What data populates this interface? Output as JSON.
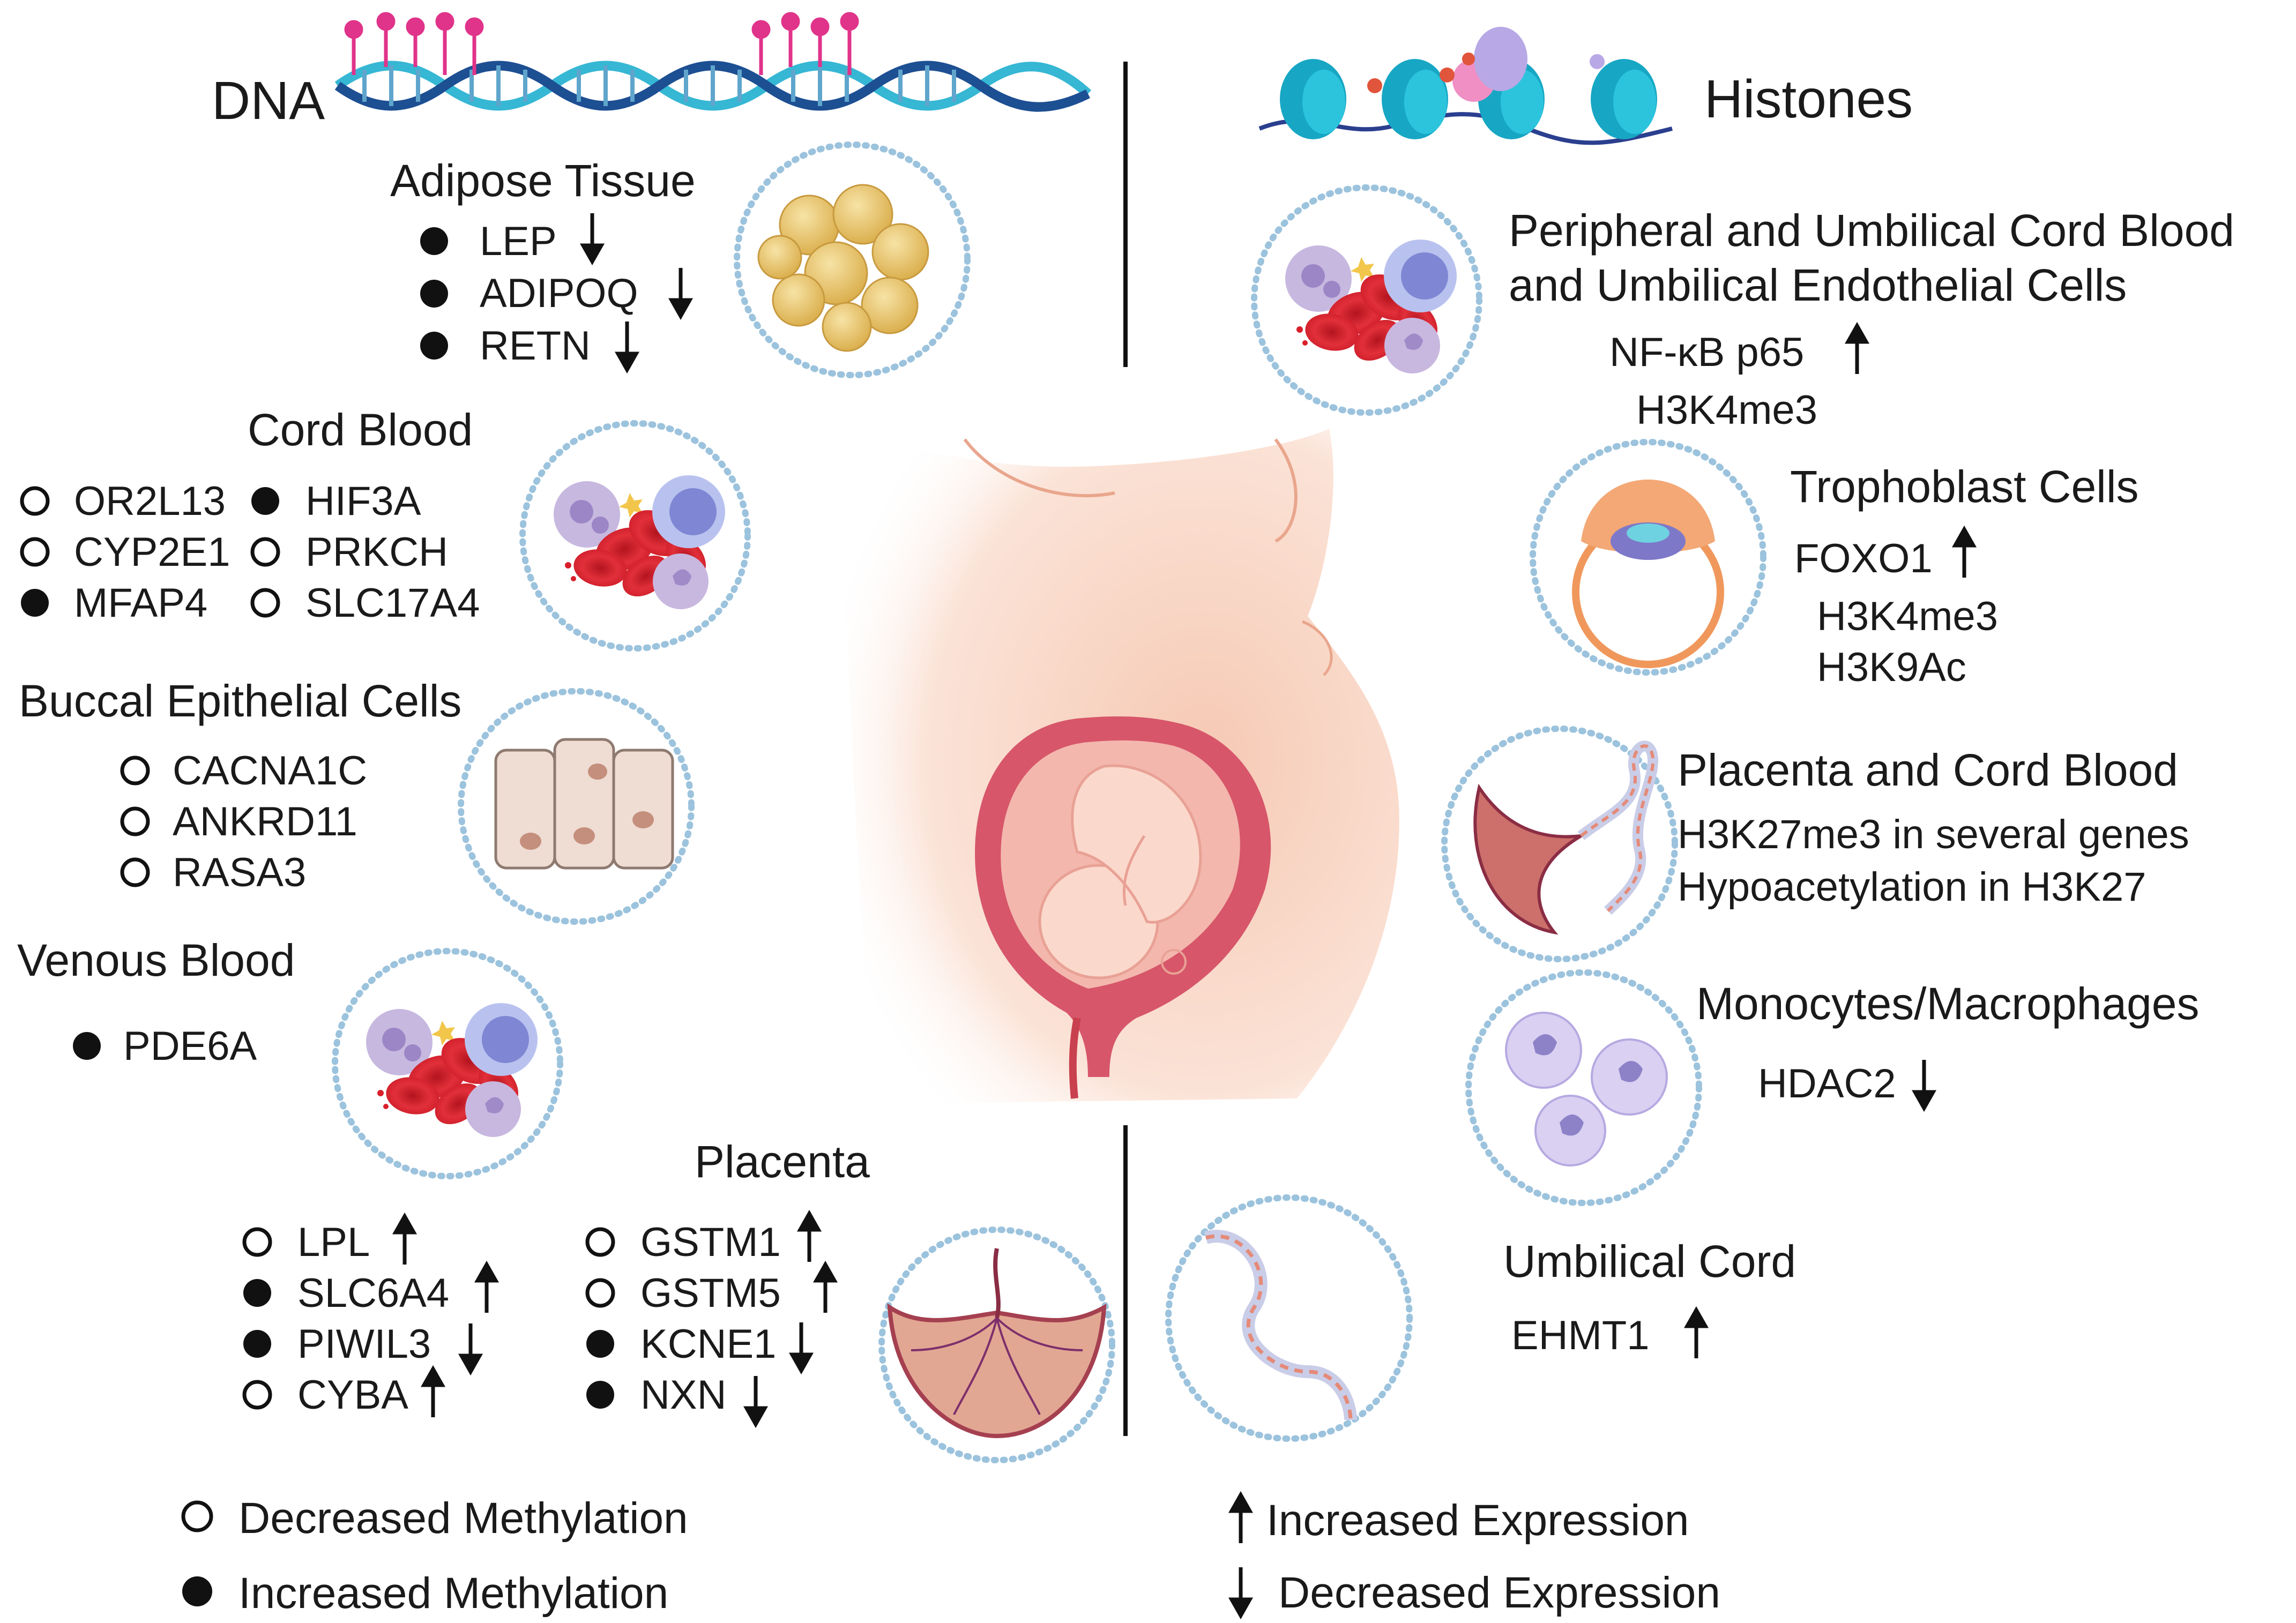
{
  "dna": {
    "title": "DNA",
    "sections": [
      {
        "id": "adipose",
        "title": "Adipose Tissue",
        "genes": [
          {
            "name": "LEP",
            "methylation": "increased",
            "expression": "down"
          },
          {
            "name": "ADIPOQ",
            "methylation": "increased",
            "expression": "down"
          },
          {
            "name": "RETN",
            "methylation": "increased",
            "expression": "down"
          }
        ]
      },
      {
        "id": "cord",
        "title": "Cord Blood",
        "genes": [
          {
            "name": "OR2L13",
            "methylation": "decreased"
          },
          {
            "name": "CYP2E1",
            "methylation": "decreased"
          },
          {
            "name": "MFAP4",
            "methylation": "increased"
          },
          {
            "name": "HIF3A",
            "methylation": "increased"
          },
          {
            "name": "PRKCH",
            "methylation": "decreased"
          },
          {
            "name": "SLC17A4",
            "methylation": "decreased"
          }
        ]
      },
      {
        "id": "buccal",
        "title": "Buccal Epithelial Cells",
        "genes": [
          {
            "name": "CACNA1C",
            "methylation": "decreased"
          },
          {
            "name": "ANKRD11",
            "methylation": "decreased"
          },
          {
            "name": "RASA3",
            "methylation": "decreased"
          }
        ]
      },
      {
        "id": "venous",
        "title": "Venous Blood",
        "genes": [
          {
            "name": "PDE6A",
            "methylation": "increased"
          }
        ]
      },
      {
        "id": "placenta",
        "title": "Placenta",
        "genes": [
          {
            "name": "LPL",
            "methylation": "decreased",
            "expression": "up"
          },
          {
            "name": "SLC6A4",
            "methylation": "increased",
            "expression": "up"
          },
          {
            "name": "PIWIL3",
            "methylation": "increased",
            "expression": "down"
          },
          {
            "name": "CYBA",
            "methylation": "decreased",
            "expression": "up"
          },
          {
            "name": "GSTM1",
            "methylation": "decreased",
            "expression": "up"
          },
          {
            "name": "GSTM5",
            "methylation": "decreased",
            "expression": "up"
          },
          {
            "name": "KCNE1",
            "methylation": "increased",
            "expression": "down"
          },
          {
            "name": "NXN",
            "methylation": "increased",
            "expression": "down"
          }
        ]
      }
    ]
  },
  "histones": {
    "title": "Histones",
    "sections": [
      {
        "id": "peripheral",
        "title_line1": "Peripheral and Umbilical Cord Blood",
        "title_line2": "and Umbilical Endothelial Cells",
        "items": [
          {
            "name": "NF-κB p65",
            "expression": "up"
          },
          {
            "name": "H3K4me3"
          }
        ]
      },
      {
        "id": "trophoblast",
        "title": "Trophoblast Cells",
        "items": [
          {
            "name": "FOXO1",
            "expression": "up"
          },
          {
            "name": "H3K4me3"
          },
          {
            "name": "H3K9Ac"
          }
        ]
      },
      {
        "id": "placenta_cord",
        "title": "Placenta and Cord Blood",
        "items": [
          {
            "name": "H3K27me3 in several genes"
          },
          {
            "name": "Hypoacetylation in H3K27"
          }
        ]
      },
      {
        "id": "monocytes",
        "title": "Monocytes/Macrophages",
        "items": [
          {
            "name": "HDAC2",
            "expression": "down"
          }
        ]
      },
      {
        "id": "umbilical",
        "title": "Umbilical Cord",
        "items": [
          {
            "name": "EHMT1",
            "expression": "up"
          }
        ]
      }
    ]
  },
  "legend": {
    "decreased_methylation": "Decreased Methylation",
    "increased_methylation": "Increased Methylation",
    "increased_expression": "Increased Expression",
    "decreased_expression": "Decreased Expression"
  },
  "colors": {
    "dna_light": "#36b7d4",
    "dna_dark": "#1d4f93",
    "lollipop": "#e0338a",
    "rbc": "#d81f2b",
    "fat": "#e8c46a",
    "dots": "#9cc3dd",
    "skin": "#f7d2c0",
    "uterus": "#d7566a"
  }
}
